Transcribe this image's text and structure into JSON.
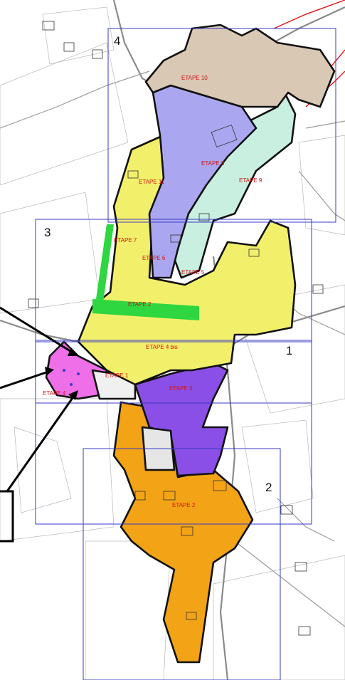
{
  "sheets": [
    {
      "id": "1",
      "label": "1"
    },
    {
      "id": "2",
      "label": "2"
    },
    {
      "id": "3",
      "label": "3"
    },
    {
      "id": "4",
      "label": "4"
    }
  ],
  "etapes": {
    "e1": "ETAPE 1",
    "e2": "ETAPE 2",
    "e3": "ETAPE 3",
    "e4": "ETAPE 4",
    "e5": "ETAPE 5",
    "e6": "ETAPE 6",
    "e7": "ETAPE 7",
    "e8": "ETAPE 8",
    "e9": "ETAPE 9",
    "e10": "ETAPE 10",
    "e11": "ETAPE 11",
    "e4bis": "ETAPE 4 bis"
  },
  "colors": {
    "tan": "#d9c8b4",
    "lavender": "#aaa7f0",
    "mint": "#c9efe1",
    "yellow": "#f2f06a",
    "green": "#2ed640",
    "pink": "#ef6fe8",
    "purple": "#8a4fe6",
    "orange": "#f2a316",
    "railway": "#e02020"
  }
}
